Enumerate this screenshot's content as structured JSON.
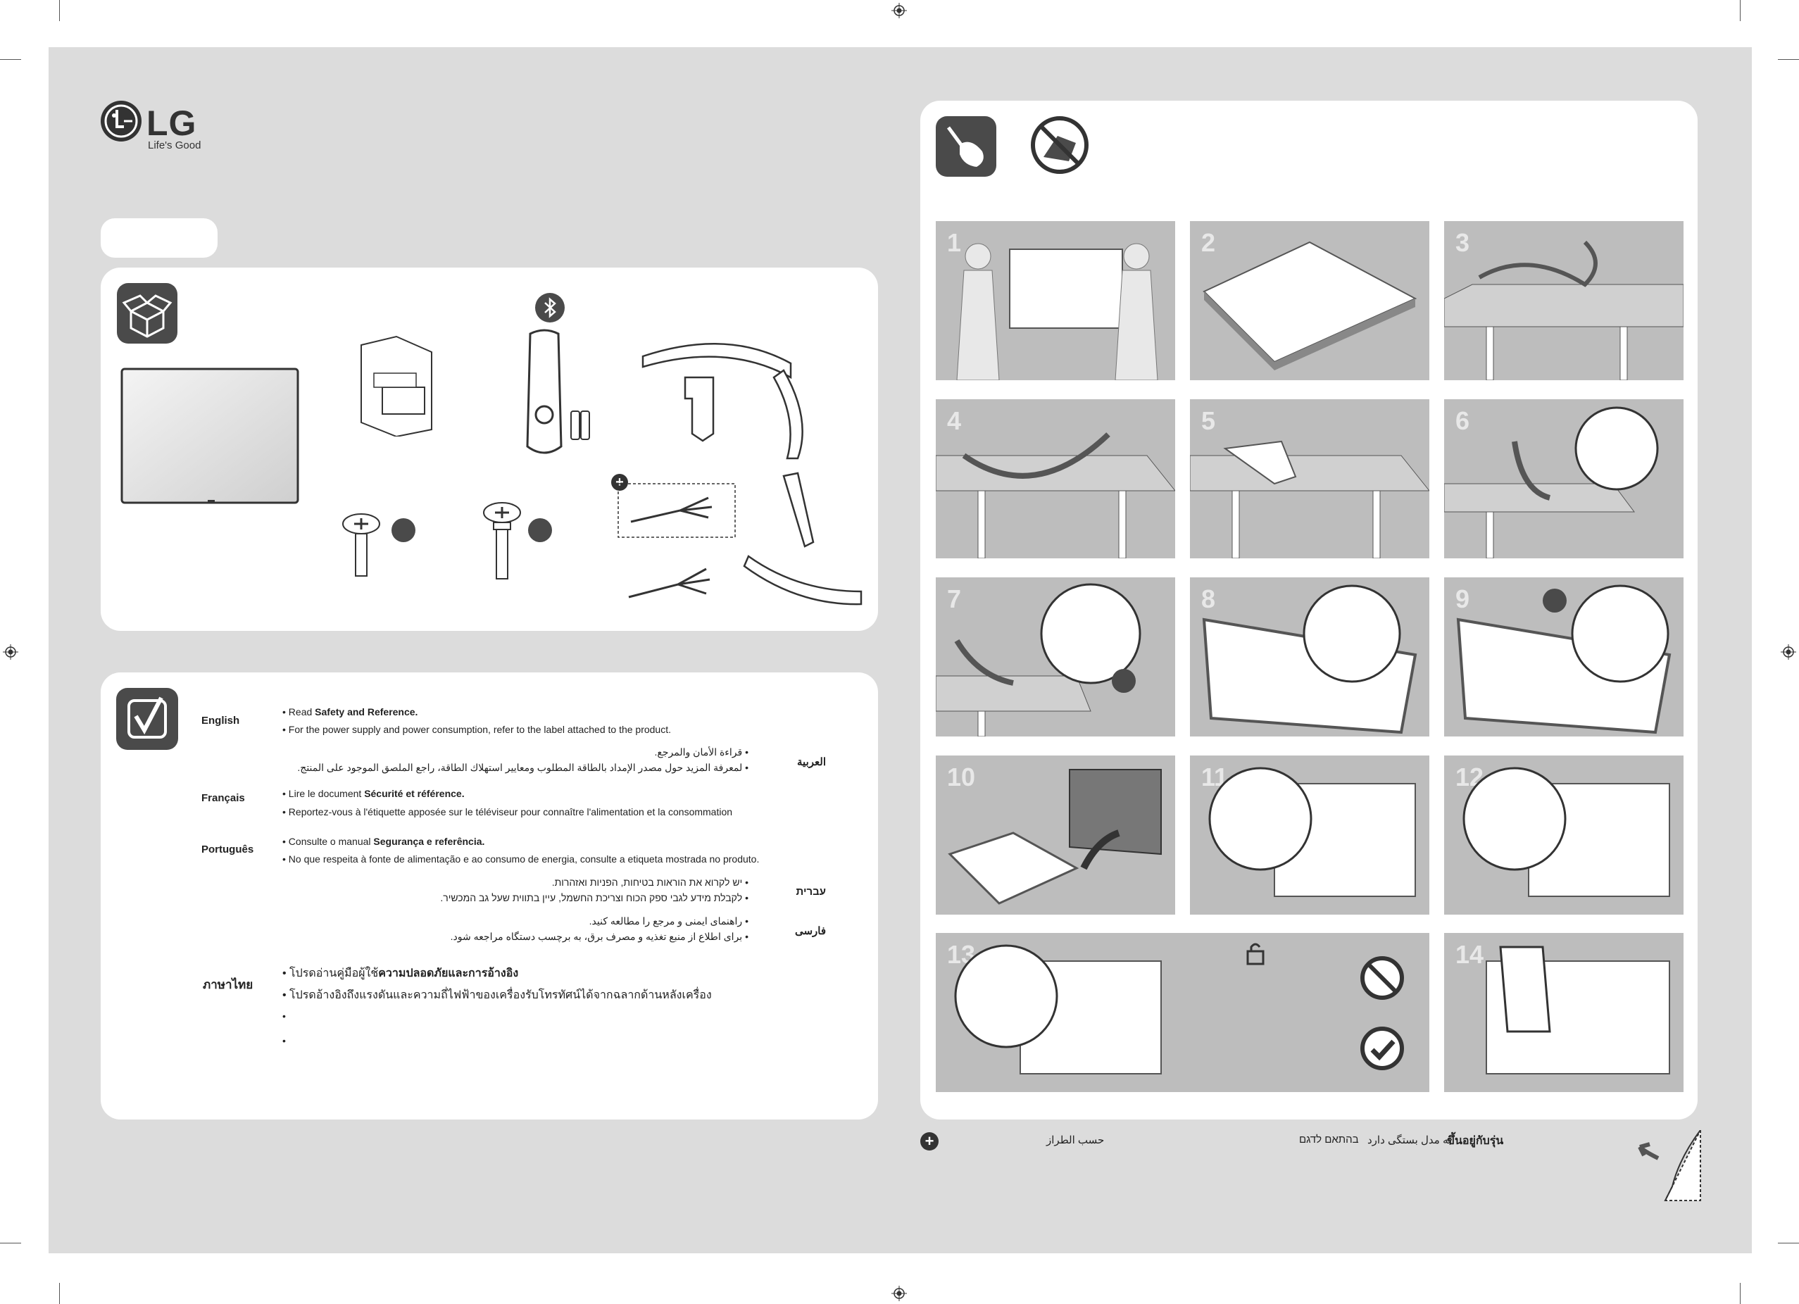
{
  "brand": {
    "name": "LG",
    "tagline": "Life's Good"
  },
  "steps": [
    "1",
    "2",
    "3",
    "4",
    "5",
    "6",
    "7",
    "8",
    "9",
    "10",
    "11",
    "12",
    "13",
    "14"
  ],
  "languages": [
    {
      "name": "English",
      "lines": [
        "• Read ",
        "Safety and Reference.",
        "• For the power supply and power consumption, refer to the label attached to the product."
      ]
    },
    {
      "name": "Français",
      "lines": [
        "• Lire le document ",
        "Sécurité et référence.",
        "• Reportez-vous à l'étiquette apposée sur le téléviseur pour connaître l'alimentation et la consommation"
      ]
    },
    {
      "name": "Português",
      "lines": [
        "• Consulte o manual ",
        "Segurança e referência.",
        "• No que respeita à fonte de alimentação e ao consumo de energia, consulte a etiqueta mostrada no produto."
      ]
    },
    {
      "name": "العربية",
      "lines": [
        "• قراءة الأمان والمرجع.",
        "• لمعرفة المزيد حول مصدر الإمداد بالطاقة المطلوب ومعايير استهلاك الطاقة، راجع الملصق الموجود على المنتج."
      ]
    },
    {
      "name": "עברית",
      "lines": [
        "• יש לקרוא את הוראות בטיחות, הפניות ואזהרות.",
        "• לקבלת מידע לגבי ספק הכוח וצריכת החשמל, עיין בתווית שעל גב המכשיר."
      ]
    },
    {
      "name": "فارسی",
      "lines": [
        "• راهنمای ایمنی و مرجع را مطالعه کنید.",
        "• برای اطلاع از منبع تغذیه و مصرف برق، به برچسب دستگاه مراجعه شود."
      ]
    },
    {
      "name": "ภาษาไทย",
      "lines": [
        "• โปรดอ่านคู่มือผู้ใช้",
        "ความปลอดภัยและการอ้างอิง",
        "• โปรดอ้างอิงถึงแรงดันและความถี่ไฟฟ้าของเครื่องรับโทรทัศน์ได้จากฉลากด้านหลังเครื่อง",
        "•",
        "•"
      ]
    }
  ],
  "footer": {
    "fa_note": "حسب الطراز",
    "he_note": "בהתאם לדגם",
    "fa2_note": "به مدل بستگی دارد",
    "th_note": "ขึ้นอยู่กับรุ่น"
  },
  "icons": [
    "bluetooth-icon",
    "unpack-icon",
    "screwdriver-icon",
    "no-sharp-icon",
    "checklist-icon",
    "plus-icon",
    "lock-open-icon",
    "prohibited-icon",
    "check-icon",
    "page-turn-icon"
  ]
}
